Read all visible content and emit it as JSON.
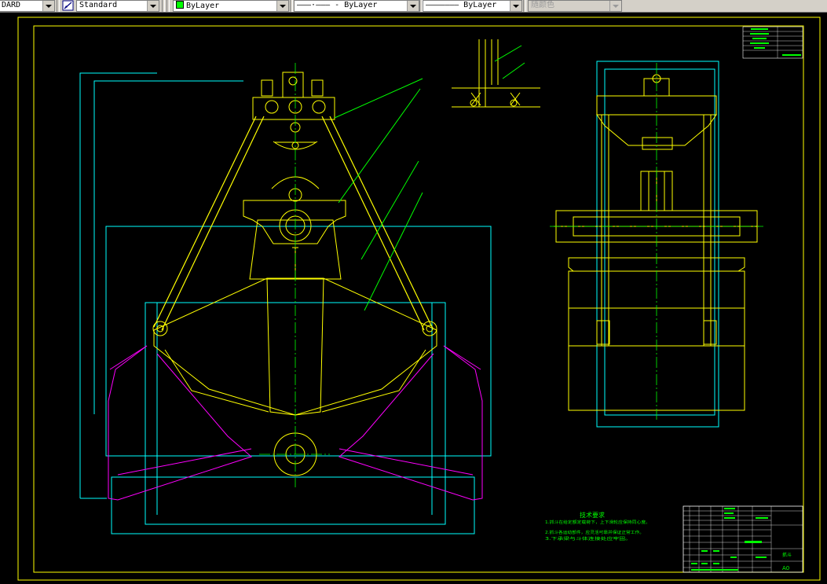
{
  "toolbar": {
    "text_style_value": "DARD",
    "dim_style_value": "Standard",
    "layer_value": "ByLayer",
    "linetype_value": "ByLayer",
    "lineweight_value": "ByLayer",
    "plotstyle_value": "随颜色"
  },
  "colors": {
    "frame": "#ffff00",
    "yellow": "#ffff00",
    "cyan": "#00ffff",
    "magenta": "#ff00ff",
    "green": "#00ff00",
    "white": "#ffffff",
    "background": "#000000"
  },
  "notes": {
    "heading": "技术要求",
    "line1": "1.抓斗在给定额定载荷下，上下滑轮应保持同心度。",
    "line2": "2.抓斗各运动部件，应灵活可靠并保证正常工作。",
    "line3": "3.下承梁与斗体连接处应牢固。"
  },
  "title_block": {
    "drawing_name": "抓斗",
    "sheet_size": "A0"
  }
}
